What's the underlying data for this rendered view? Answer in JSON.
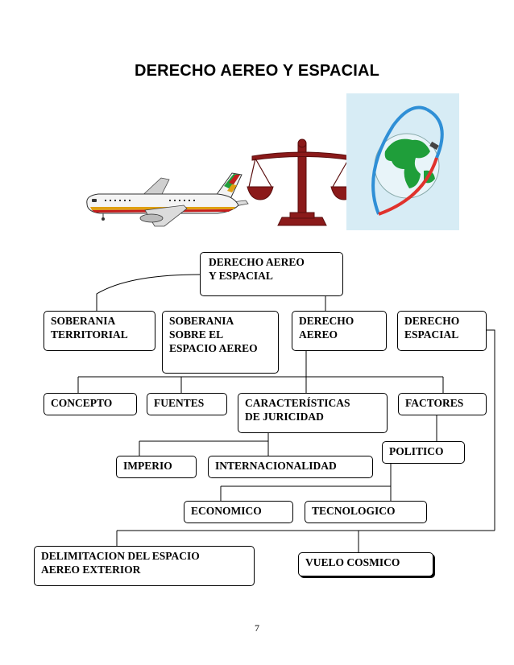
{
  "title": "DERECHO AEREO Y ESPACIAL",
  "page_number": "7",
  "illustrations": [
    "airplane-icon",
    "scales-of-justice-icon",
    "globe-orbit-icon"
  ],
  "colors": {
    "scales": "#8b1a1a",
    "globe_land": "#1f9e3a",
    "globe_sea": "#d7ecf5",
    "orbit_blue": "#2f8fd6",
    "orbit_red": "#e0322c",
    "plane_stripe": "#e0a012",
    "plane_red": "#c41e1e"
  },
  "nodes": {
    "root": "DERECHO AEREO\nY ESPACIAL",
    "soberania_territorial": "SOBERANIA\nTERRITORIAL",
    "soberania_espacio": "SOBERANIA\nSOBRE EL\nESPACIO AEREO",
    "derecho_aereo": "DERECHO\nAEREO",
    "derecho_espacial": "DERECHO\nESPACIAL",
    "concepto": "CONCEPTO",
    "fuentes": "FUENTES",
    "caracteristicas": "CARACTERÍSTICAS\nDE JURICIDAD",
    "factores": "FACTORES",
    "politico": "POLITICO",
    "imperio": "IMPERIO",
    "internacionalidad": "INTERNACIONALIDAD",
    "economico": "ECONOMICO",
    "tecnologico": "TECNOLOGICO",
    "delimitacion": "DELIMITACION DEL ESPACIO\nAEREO EXTERIOR",
    "vuelo": "VUELO COSMICO"
  }
}
